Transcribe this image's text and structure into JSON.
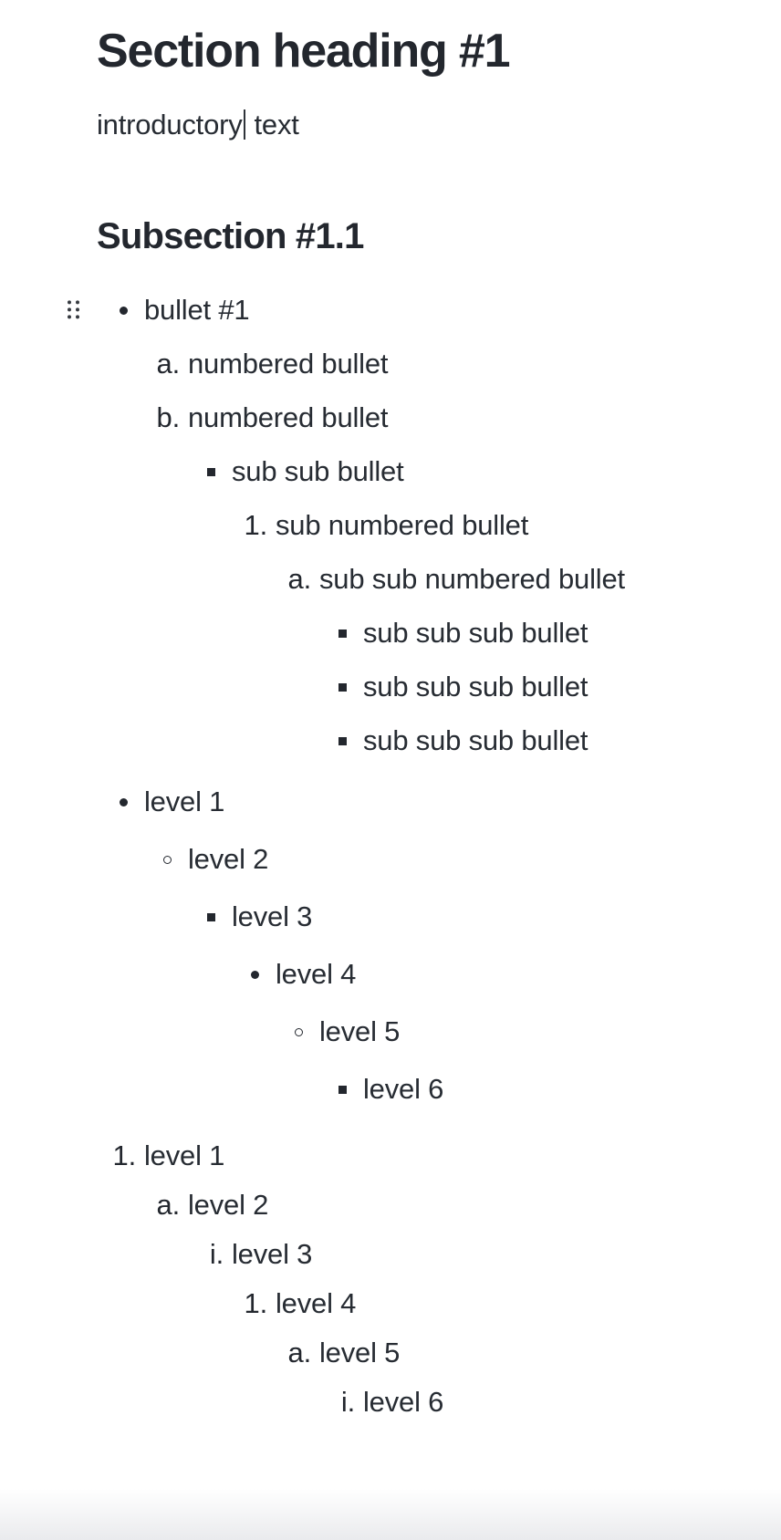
{
  "document": {
    "heading1": "Section heading #1",
    "intro": {
      "before_caret": "introductory",
      "after_caret": " text"
    },
    "heading2": "Subsection #1.1"
  },
  "lists": [
    {
      "name": "nested-mixed-list",
      "items": [
        {
          "level": 1,
          "marker_shape": "disc",
          "marker": "",
          "text": "bullet #1"
        },
        {
          "level": 2,
          "marker_shape": "none",
          "marker": "a.",
          "text": "numbered bullet"
        },
        {
          "level": 2,
          "marker_shape": "none",
          "marker": "b.",
          "text": "numbered bullet"
        },
        {
          "level": 3,
          "marker_shape": "square",
          "marker": "",
          "text": "sub sub bullet"
        },
        {
          "level": 4,
          "marker_shape": "none",
          "marker": "1.",
          "text": "sub numbered bullet"
        },
        {
          "level": 5,
          "marker_shape": "none",
          "marker": "a.",
          "text": "sub sub numbered bullet"
        },
        {
          "level": 6,
          "marker_shape": "square",
          "marker": "",
          "text": "sub sub sub bullet"
        },
        {
          "level": 6,
          "marker_shape": "square",
          "marker": "",
          "text": "sub sub sub bullet"
        },
        {
          "level": 6,
          "marker_shape": "square",
          "marker": "",
          "text": "sub sub sub bullet"
        }
      ]
    },
    {
      "name": "bullet-level-list",
      "items": [
        {
          "level": 1,
          "marker_shape": "disc",
          "marker": "",
          "text": "level 1"
        },
        {
          "level": 2,
          "marker_shape": "circle",
          "marker": "",
          "text": "level 2"
        },
        {
          "level": 3,
          "marker_shape": "square",
          "marker": "",
          "text": "level 3"
        },
        {
          "level": 4,
          "marker_shape": "disc",
          "marker": "",
          "text": "level 4"
        },
        {
          "level": 5,
          "marker_shape": "circle",
          "marker": "",
          "text": "level 5"
        },
        {
          "level": 6,
          "marker_shape": "square",
          "marker": "",
          "text": "level 6"
        }
      ]
    },
    {
      "name": "ordered-level-list",
      "items": [
        {
          "level": 1,
          "marker_shape": "none",
          "marker": "1.",
          "text": "level 1"
        },
        {
          "level": 2,
          "marker_shape": "none",
          "marker": "a.",
          "text": "level 2"
        },
        {
          "level": 3,
          "marker_shape": "none",
          "marker": "i.",
          "text": "level 3"
        },
        {
          "level": 4,
          "marker_shape": "none",
          "marker": "1.",
          "text": "level 4"
        },
        {
          "level": 5,
          "marker_shape": "none",
          "marker": "a.",
          "text": "level 5"
        },
        {
          "level": 6,
          "marker_shape": "none",
          "marker": "i.",
          "text": "level 6"
        }
      ]
    }
  ],
  "icons": {
    "drag_handle": "six-dot-grid",
    "bullet_shapes": [
      "disc",
      "circle",
      "square"
    ]
  },
  "colors": {
    "background": "#ffffff",
    "text": "#272c33",
    "heading": "#23272e",
    "handle_dots": "#35393f",
    "caret": "#2f343a"
  }
}
